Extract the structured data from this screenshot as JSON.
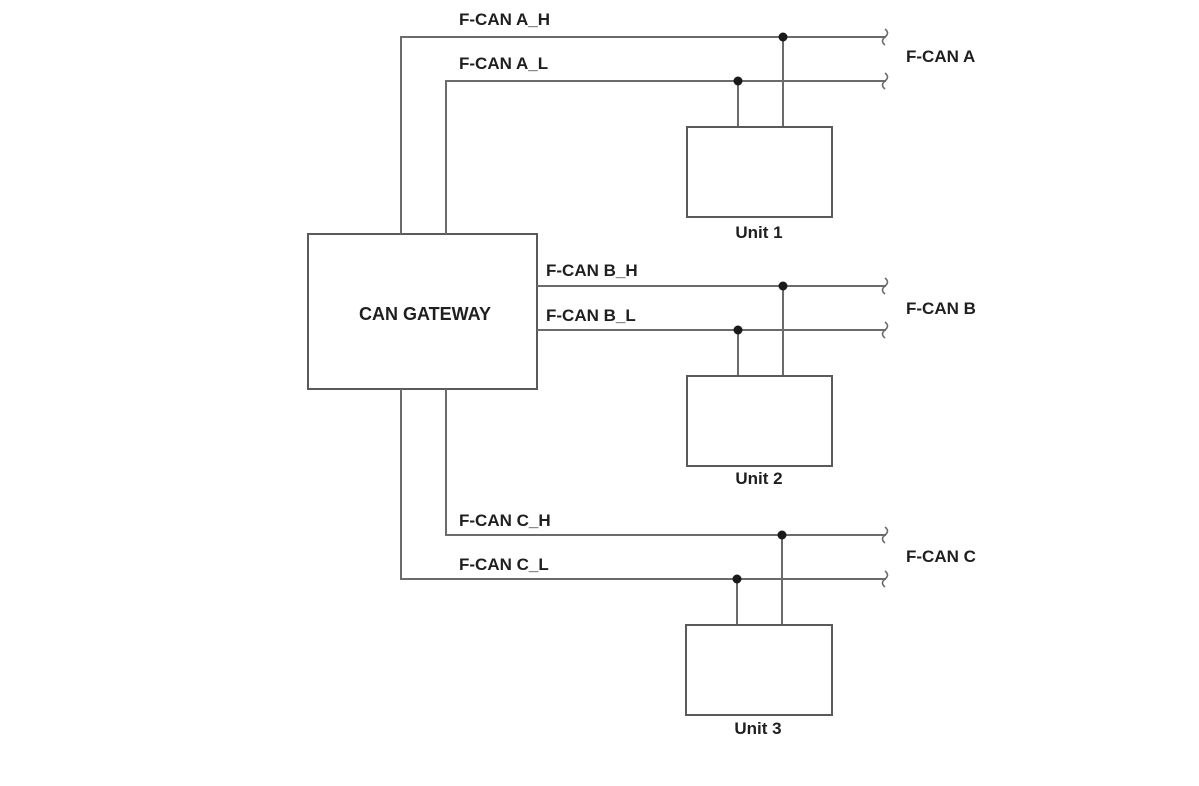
{
  "gateway": {
    "label": "CAN GATEWAY"
  },
  "buses": [
    {
      "name": "F-CAN A",
      "high_label": "F-CAN A_H",
      "low_label": "F-CAN A_L",
      "unit_label": "Unit 1"
    },
    {
      "name": "F-CAN B",
      "high_label": "F-CAN B_H",
      "low_label": "F-CAN B_L",
      "unit_label": "Unit 2"
    },
    {
      "name": "F-CAN C",
      "high_label": "F-CAN C_H",
      "low_label": "F-CAN C_L",
      "unit_label": "Unit 3"
    }
  ]
}
